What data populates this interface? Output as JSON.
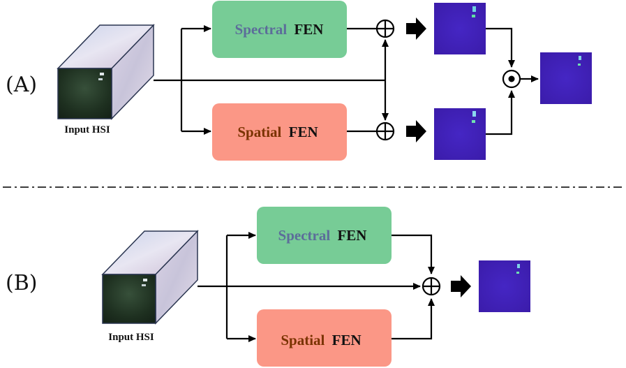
{
  "panels": [
    {
      "id": "A",
      "label": "(A)",
      "input_label": "Input HSI",
      "spectral_block": {
        "word": "Spectral",
        "suffix": "FEN"
      },
      "spatial_block": {
        "word": "Spatial",
        "suffix": "FEN"
      }
    },
    {
      "id": "B",
      "label": "(B)",
      "input_label": "Input HSI",
      "spectral_block": {
        "word": "Spectral",
        "suffix": "FEN"
      },
      "spatial_block": {
        "word": "Spatial",
        "suffix": "FEN"
      }
    }
  ],
  "colors": {
    "spectral_box": "#77cc96",
    "spectral_word": "#5c6d9a",
    "spatial_box": "#fb9786",
    "spatial_word": "#7a3300",
    "fen_word": "#111111",
    "feature_map": "#3e1fb3",
    "divider": "#222222"
  },
  "icons": {
    "add": "circle-plus-icon",
    "multiply": "circle-dot-icon",
    "flow": "block-arrow-icon"
  }
}
